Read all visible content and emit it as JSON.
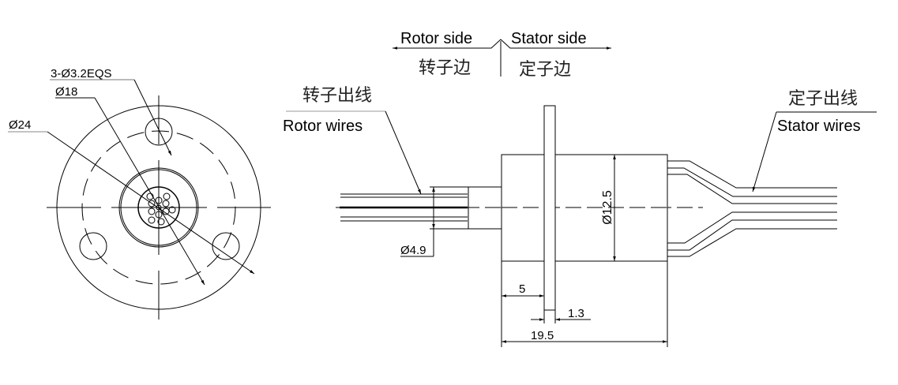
{
  "front_view": {
    "holes_label": "3-Ø3.2EQS",
    "pcd_label": "Ø18",
    "outer_diameter_label": "Ø24"
  },
  "side_view": {
    "rotor_side_label": "Rotor side",
    "stator_side_label": "Stator side",
    "rotor_side_cn": "转子边",
    "stator_side_cn": "定子边",
    "rotor_wires_cn": "转子出线",
    "rotor_wires_label": "Rotor wires",
    "stator_wires_cn": "定子出线",
    "stator_wires_label": "Stator wires",
    "shaft_diameter_label": "Ø4.9",
    "body_diameter_label": "Ø12.5",
    "flange_offset_label": "5",
    "flange_thickness_label": "1.3",
    "total_length_label": "19.5"
  },
  "colors": {
    "line": "#000000",
    "background": "#ffffff"
  }
}
